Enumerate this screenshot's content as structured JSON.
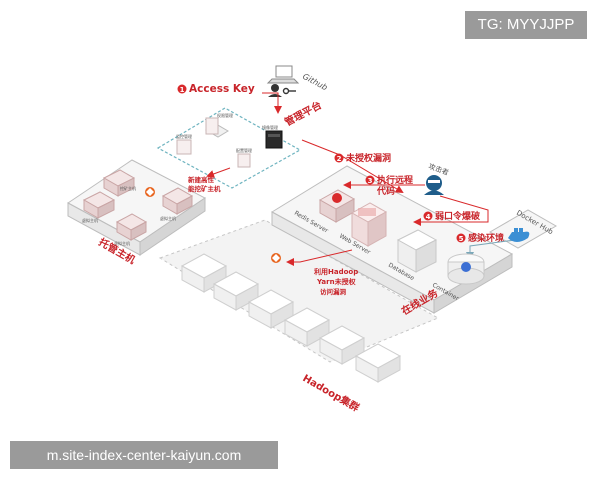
{
  "watermark_top": "TG: MYYJJPP",
  "watermark_bottom": "m.site-index-center-kaiyun.com",
  "steps": {
    "step1": "Access Key",
    "step2": "未授权漏洞",
    "step3": "执行远程代码",
    "step3_line1": "执行远程",
    "step3_line2": "代码",
    "step4": "弱口令爆破",
    "step5": "感染环境"
  },
  "step_numbers": [
    "1",
    "2",
    "3",
    "4",
    "5"
  ],
  "nodes": {
    "github": "Github",
    "attacker": "攻击者",
    "docker_hub": "Docker Hub",
    "redis": "Redis Server",
    "web": "Web Server",
    "database": "Database",
    "container": "Container"
  },
  "zones": {
    "management": "管理平台",
    "hosting": "托管主机",
    "online": "在线业务",
    "hadoop": "Hadoop集群"
  },
  "annotations": {
    "new_host": "新建高性能挖矿主机",
    "new_host_line1": "新建高性",
    "new_host_line2": "能挖矿主机",
    "hadoop_vuln": "利用Hadoop Yarn未授权访问漏洞",
    "hadoop_vuln_line1": "利用Hadoop",
    "hadoop_vuln_line2": "Yarn未授权",
    "hadoop_vuln_line3": "访问漏洞"
  },
  "platform_icons": [
    "权限管理",
    "监控管理",
    "配置管理",
    "镜像管理"
  ],
  "host_labels": [
    "挖矿主机",
    "虚拟主机",
    "虚拟主机",
    "虚拟主机"
  ],
  "colors": {
    "accent": "#d9292b",
    "zone_border": "#c9c9c9",
    "mgmt_border": "#7bbfc9",
    "watermark_bg": "#9a9a9a"
  },
  "icons": [
    "user-icon",
    "key-icon",
    "laptop-icon",
    "hacker-icon",
    "docker-whale-icon",
    "redis-icon",
    "miner-icon",
    "kubernetes-icon"
  ]
}
